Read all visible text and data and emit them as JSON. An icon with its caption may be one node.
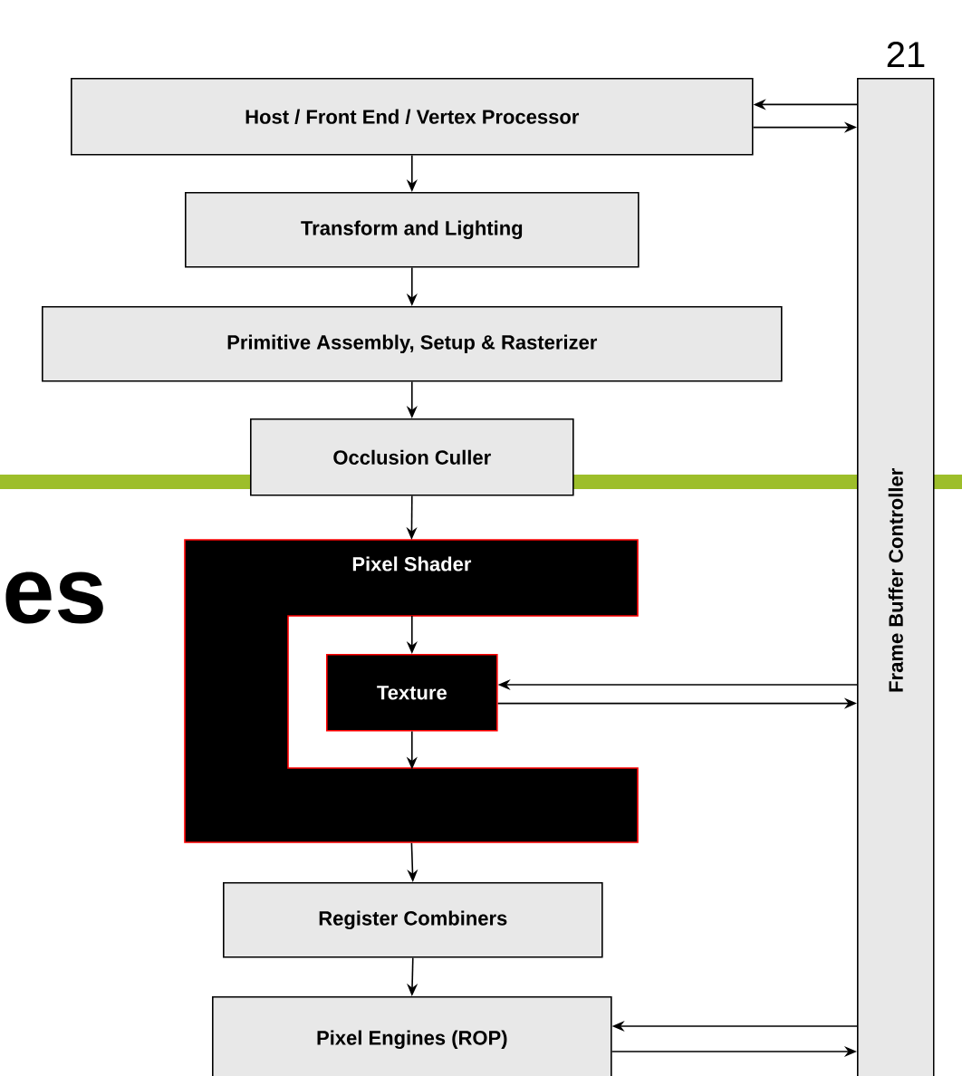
{
  "diagram": {
    "nodes": [
      {
        "text": [
          "Host /  Front End / Vertex Processor"
        ]
      },
      {
        "text": [
          "Transform and Lighting"
        ]
      },
      {
        "text": [
          "Primitive Assembly, Setup & Rasterizer"
        ]
      },
      {
        "text": [
          "Occlusion Culler"
        ]
      },
      {
        "text": [
          "Pixel Shader"
        ]
      },
      {
        "text": [
          "Texture"
        ],
        "in": 4
      },
      {
        "text": [
          "Register Combiners"
        ]
      },
      {
        "text": [
          "Pixel Engines (ROP)"
        ]
      },
      {
        "text": [
          "Frame Buffer Controller"
        ]
      }
    ],
    "edges": [
      {
        "from": 0,
        "to": 1,
        "arrow": "to"
      },
      {
        "from": 1,
        "to": 2,
        "arrow": "to"
      },
      {
        "from": 2,
        "to": 3,
        "arrow": "to"
      },
      {
        "from": 3,
        "to": 4,
        "arrow": "to"
      },
      {
        "from": 4,
        "to": 5,
        "arrow": "to"
      },
      {
        "from": 5,
        "to": 4,
        "arrow": "to"
      },
      {
        "from": 4,
        "to": 6,
        "arrow": "to"
      },
      {
        "from": 6,
        "to": 7,
        "arrow": "to"
      },
      {
        "from": 8,
        "to": 0,
        "arrow": "to"
      },
      {
        "from": 0,
        "to": 8,
        "arrow": "to"
      },
      {
        "from": 8,
        "to": 5,
        "arrow": "to"
      },
      {
        "from": 5,
        "to": 8,
        "arrow": "to"
      },
      {
        "from": 8,
        "to": 7,
        "arrow": "to"
      },
      {
        "from": 7,
        "to": 8,
        "arrow": "to"
      }
    ],
    "labels": [
      "21",
      "es"
    ]
  }
}
